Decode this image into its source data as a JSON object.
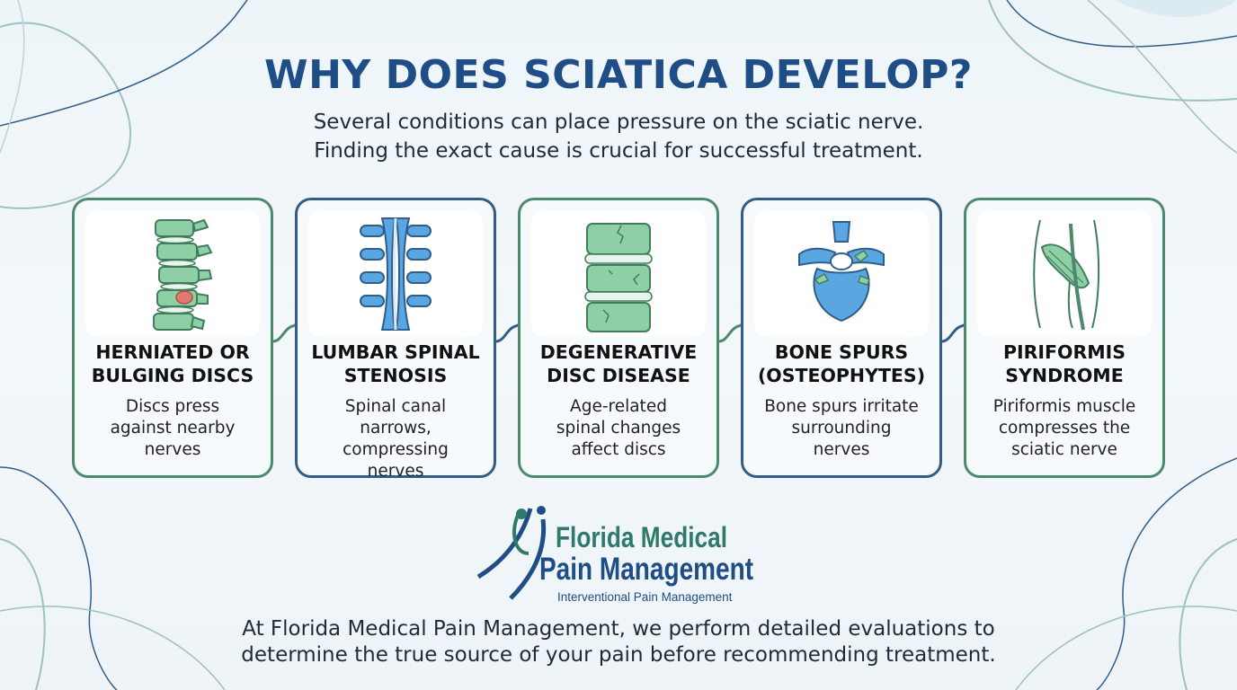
{
  "title": "WHY DOES SCIATICA DEVELOP?",
  "subtitle": {
    "line1": "Several conditions can place pressure on the sciatic nerve.",
    "line2": "Finding the exact cause is crucial for successful treatment."
  },
  "cards": [
    {
      "heading": [
        "HERNIATED OR",
        "BULGING DISCS"
      ],
      "desc": [
        "Discs press",
        "against nearby",
        "nerves"
      ],
      "icon": "herniated-disc-spine-icon",
      "accent": "#4b8a6b"
    },
    {
      "heading": [
        "LUMBAR SPINAL",
        "STENOSIS"
      ],
      "desc": [
        "Spinal canal",
        "narrows,",
        "compressing",
        "nerves"
      ],
      "icon": "spinal-stenosis-icon",
      "accent": "#2f5d8c"
    },
    {
      "heading": [
        "DEGENERATIVE",
        "DISC DISEASE"
      ],
      "desc": [
        "Age-related",
        "spinal changes",
        "affect discs"
      ],
      "icon": "degenerative-disc-icon",
      "accent": "#4b8a6b"
    },
    {
      "heading": [
        "BONE SPURS",
        "(OSTEOPHYTES)"
      ],
      "desc": [
        "Bone spurs irritate",
        "surrounding",
        "nerves"
      ],
      "icon": "vertebra-bone-spur-icon",
      "accent": "#2f5d8c"
    },
    {
      "heading": [
        "PIRIFORMIS",
        "SYNDROME"
      ],
      "desc": [
        "Piriformis muscle",
        "compresses the",
        "sciatic nerve"
      ],
      "icon": "piriformis-muscle-icon",
      "accent": "#4b8a6b"
    }
  ],
  "logo": {
    "line1": "Florida Medical",
    "line2": "Pain Management",
    "tagline": "Interventional Pain Management"
  },
  "footer": {
    "line1": "At Florida Medical Pain Management, we perform detailed evaluations to",
    "line2": "determine the true source of your pain before recommending treatment."
  },
  "colors": {
    "title": "#1f4e86",
    "green": "#4b8a6b",
    "blue": "#2f5d8c",
    "bone_green": "#8ecfa6",
    "bone_blue": "#5aa6e0"
  }
}
